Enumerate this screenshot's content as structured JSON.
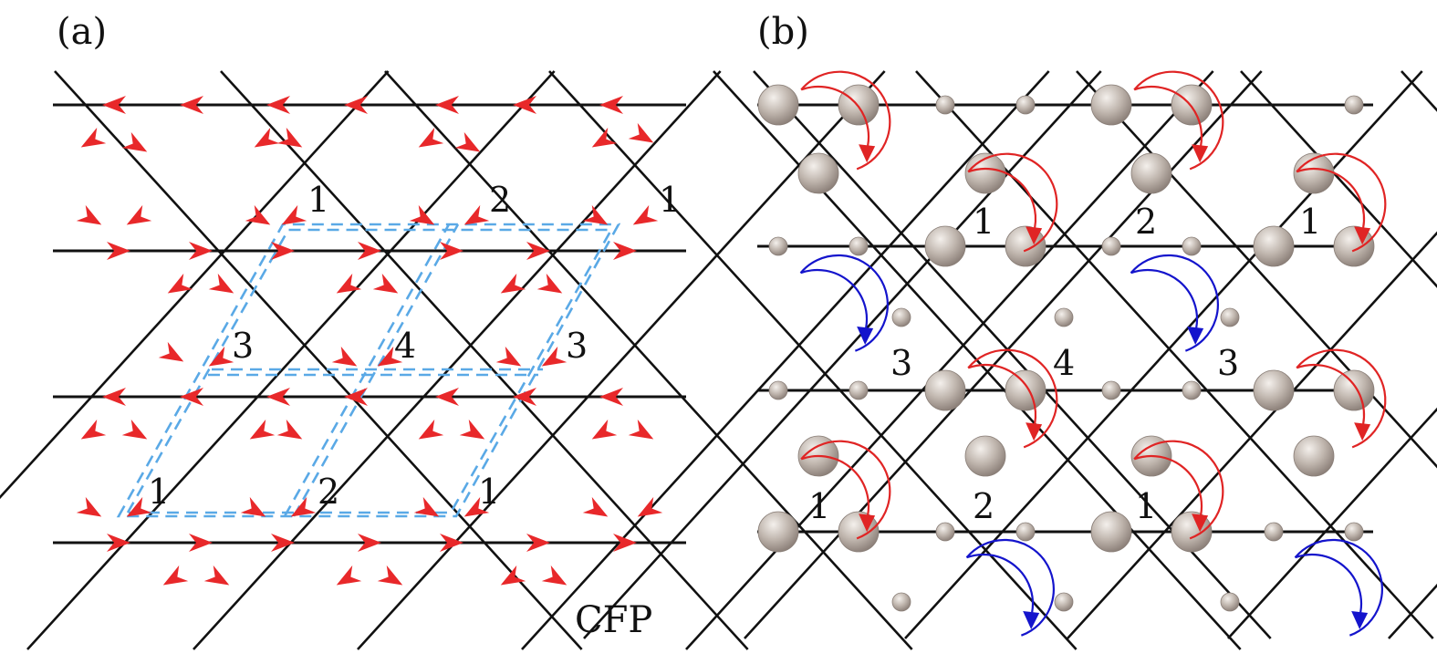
{
  "panel_a": {
    "tag": "(a)",
    "label": "CFP",
    "site_labels": [
      "1",
      "2",
      "1",
      "3",
      "4",
      "3",
      "1",
      "2",
      "1"
    ]
  },
  "panel_b": {
    "tag": "(b)",
    "site_labels": [
      "1",
      "2",
      "1",
      "3",
      "4",
      "3",
      "1",
      "2",
      "1"
    ]
  },
  "colors": {
    "lattice": "#111111",
    "arrow": "#e8282a",
    "unit_cell": "#5aa9e6",
    "small_loop": "#e02424",
    "large_loop": "#1414cc",
    "sphere": "#b8aea6"
  },
  "icons": {
    "flux_arrow": "red-arrowhead-icon",
    "clockwise_loop": "circular-arrow-icon",
    "atom": "sphere-icon"
  }
}
